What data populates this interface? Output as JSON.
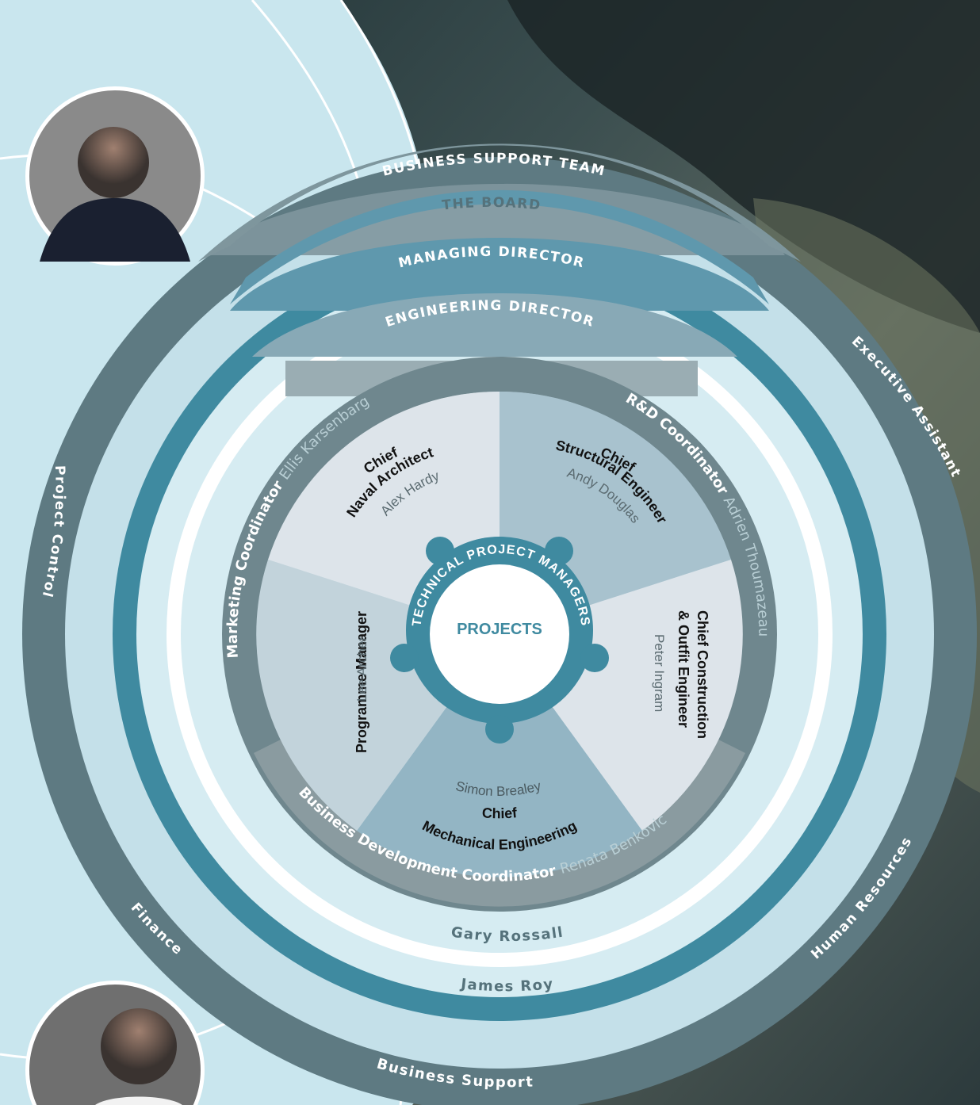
{
  "colors": {
    "background": "#c9e6ee",
    "outer_ring": "#5e7a82",
    "inner_light_band": "#c4e0e9",
    "arrow_teal": "#3f8aa0",
    "role_ring": "#7b9198",
    "segment_light": "#dde4ea",
    "segment_mid": "#a9c3cf",
    "segment_dark": "#8fb1c1",
    "center_ring": "#3f8aa0",
    "center_text": "#3f8aa0"
  },
  "rings": {
    "business_support_team": "BUSINESS SUPPORT TEAM",
    "the_board": "THE BOARD",
    "managing_director": "MANAGING DIRECTOR",
    "engineering_director": "ENGINEERING DIRECTOR",
    "executive_assistant": "Executive Assistant",
    "project_control": "Project Control",
    "finance": "Finance",
    "human_resources": "Human Resources",
    "business_support": "Business Support",
    "gary_rossall": "Gary Rossall",
    "james_roy": "James Roy"
  },
  "coordinators": {
    "marketing": {
      "role": "Marketing Coordinator",
      "name": "Ellis Karsenbarg"
    },
    "rd": {
      "role": "R&D Coordinator",
      "name": "Adrien Thoumazeau"
    },
    "business_development": {
      "role": "Business Development Coordinator",
      "name": "Renata Benkovic"
    }
  },
  "chiefs": {
    "naval": {
      "line1": "Chief",
      "line2": "Naval Architect",
      "name": "Alex Hardy"
    },
    "structural": {
      "line1": "Chief",
      "line2": "Structural Engineer",
      "name": "Andy Douglas"
    },
    "construction": {
      "line1": "Chief Construction",
      "line2": "& Outfit Engineer",
      "name": "Peter Ingram"
    },
    "mechanical": {
      "line1": "Chief",
      "line2": "Mechanical Engineering",
      "name": "Simon Brealey"
    },
    "programme": {
      "line1": "Programme Manager",
      "name": "Lee Archer"
    }
  },
  "center": {
    "ring_label": "TECHNICAL PROJECT MANAGERS",
    "label": "PROJECTS"
  },
  "icons": [
    "portrait-photo-top",
    "portrait-photo-bottom",
    "background-photo"
  ]
}
